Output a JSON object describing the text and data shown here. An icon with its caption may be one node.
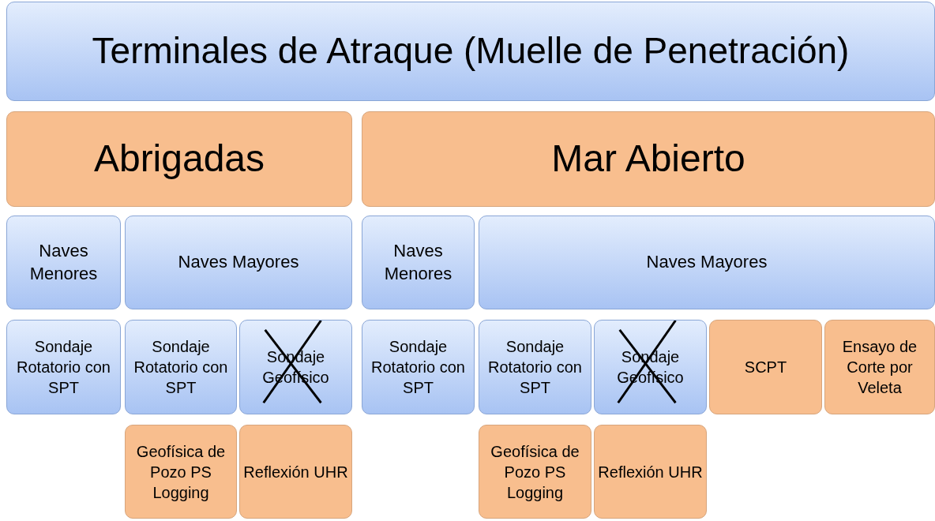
{
  "diagram": {
    "nodes": [
      {
        "text": [
          "Terminales de Atraque (Muelle de Penetración)"
        ]
      },
      {
        "text": [
          "Abrigadas"
        ]
      },
      {
        "text": [
          "Mar Abierto"
        ]
      },
      {
        "text": [
          "Naves Menores"
        ]
      },
      {
        "text": [
          "Naves Mayores"
        ]
      },
      {
        "text": [
          "Naves Menores"
        ]
      },
      {
        "text": [
          "Naves Mayores"
        ]
      },
      {
        "text": [
          "Sondaje Rotatorio con SPT"
        ]
      },
      {
        "text": [
          "Sondaje Rotatorio con SPT"
        ]
      },
      {
        "text": [
          "Sondaje Geofísico"
        ]
      },
      {
        "text": [
          "Sondaje Rotatorio con SPT"
        ]
      },
      {
        "text": [
          "Sondaje Rotatorio con SPT"
        ]
      },
      {
        "text": [
          "Sondaje Geofísico"
        ]
      },
      {
        "text": [
          "SCPT"
        ]
      },
      {
        "text": [
          "Ensayo de Corte por Veleta"
        ]
      },
      {
        "text": [
          "Geofísica de Pozo PS Logging"
        ]
      },
      {
        "text": [
          "Reflexión UHR"
        ]
      },
      {
        "text": [
          "Geofísica de Pozo PS Logging"
        ]
      },
      {
        "text": [
          "Reflexión UHR"
        ]
      }
    ]
  }
}
